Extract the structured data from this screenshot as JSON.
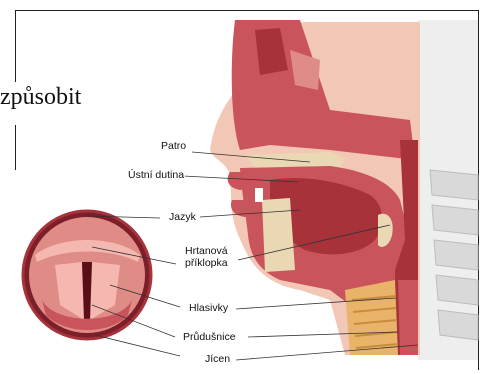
{
  "overflow_text": "způsobit",
  "labels": {
    "patro": "Patro",
    "ustni_dutina": "Ústní dutina",
    "jazyk": "Jazyk",
    "hrtanova_line1": "Hrtanová",
    "hrtanova_line2": "příklopka",
    "hlasivky": "Hlasivky",
    "prudusnice": "Průdušnice",
    "jicen": "Jícen"
  },
  "colors": {
    "tissue_dark": "#a8323a",
    "tissue_mid": "#c9545b",
    "tissue_light": "#e08c86",
    "bone": "#ead7b4",
    "vertebra": "#dcdcdc",
    "skin": "#f2c7b6"
  }
}
